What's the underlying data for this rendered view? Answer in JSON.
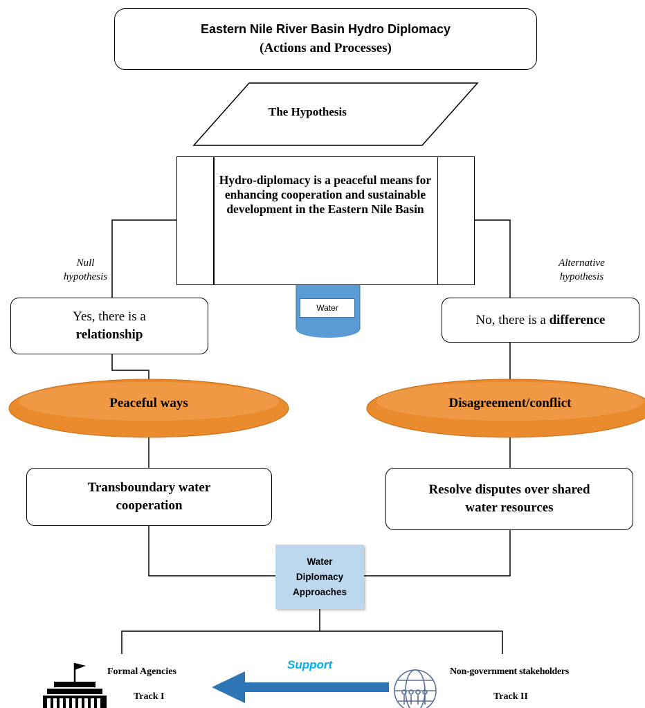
{
  "title_line1": "Eastern Nile River Basin Hydro Diplomacy",
  "title_line2": "(Actions and Processes)",
  "hypothesis_label": "The Hypothesis",
  "hypothesis_statement": "Hydro-diplomacy is a peaceful means for enhancing cooperation and sustainable development in the Eastern Nile Basin",
  "water_label": "Water",
  "null_label_line1": "Null",
  "null_label_line2": "hypothesis",
  "alt_label_line1": "Alternative",
  "alt_label_line2": "hypothesis",
  "left_result_prefix": "Yes, there is a",
  "left_result_bold": "relationship",
  "right_result_prefix": "No, there is a",
  "right_result_bold": "difference",
  "left_oval": "Peaceful ways",
  "right_oval": "Disagreement/conflict",
  "left_outcome_line1": "Transboundary water",
  "left_outcome_line2": "cooperation",
  "right_outcome_line1": "Resolve disputes over shared",
  "right_outcome_line2": "water resources",
  "approaches_line1": "Water",
  "approaches_line2": "Diplomacy",
  "approaches_line3": "Approaches",
  "support_label": "Support",
  "formal_label": "Formal Agencies",
  "formal_track": "Track I",
  "nongov_label": "Non-government stakeholders",
  "nongov_track": "Track II",
  "colors": {
    "oval_orange": "#e98a2c",
    "cylinder_blue": "#5b9bd5",
    "arrow_blue": "#2e75b6",
    "support_text": "#00b0f0",
    "approaches_bg": "#bdd7ee"
  }
}
